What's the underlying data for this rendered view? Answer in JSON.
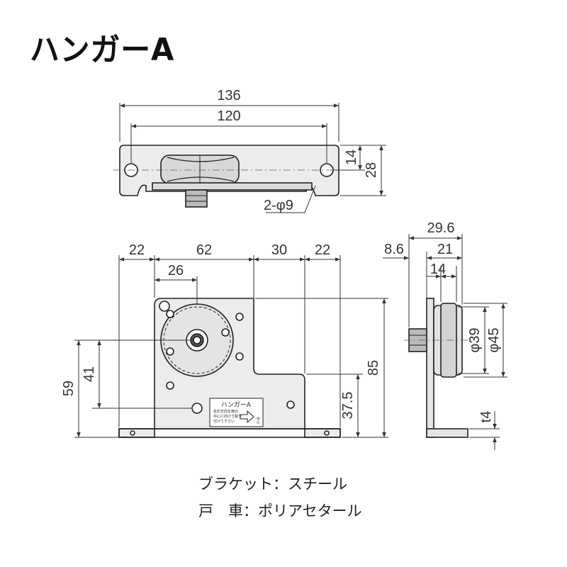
{
  "title": "ハンガーA",
  "label_plate": {
    "title": "ハンガーA",
    "text1": "矢印方向を扉の",
    "text2": "中心に向けて取り",
    "text3": "付けて下さい",
    "center": "中心"
  },
  "top_view": {
    "dims": {
      "overall": "136",
      "hole_pitch": "120",
      "hole_offset": "14",
      "height": "28",
      "holes": "2-φ9"
    }
  },
  "front_view": {
    "dims": {
      "left_flange": "22",
      "upper_width": "62",
      "step_width": "30",
      "right_flange": "22",
      "wheel_offset": "26",
      "height_overall": "85",
      "step_height": "37.5",
      "axle_height": "59",
      "lower_hole_offset": "41"
    }
  },
  "side_view": {
    "dims": {
      "overall": "29.6",
      "bolt": "8.6",
      "wheel_width": "21",
      "groove": "14",
      "groove_dia": "φ39",
      "outer_dia": "φ45",
      "thickness": "t4"
    }
  },
  "specs": [
    {
      "label": "ブラケット",
      "value": "スチール"
    },
    {
      "label": "戸　車",
      "value": "ポリアセタール"
    }
  ]
}
